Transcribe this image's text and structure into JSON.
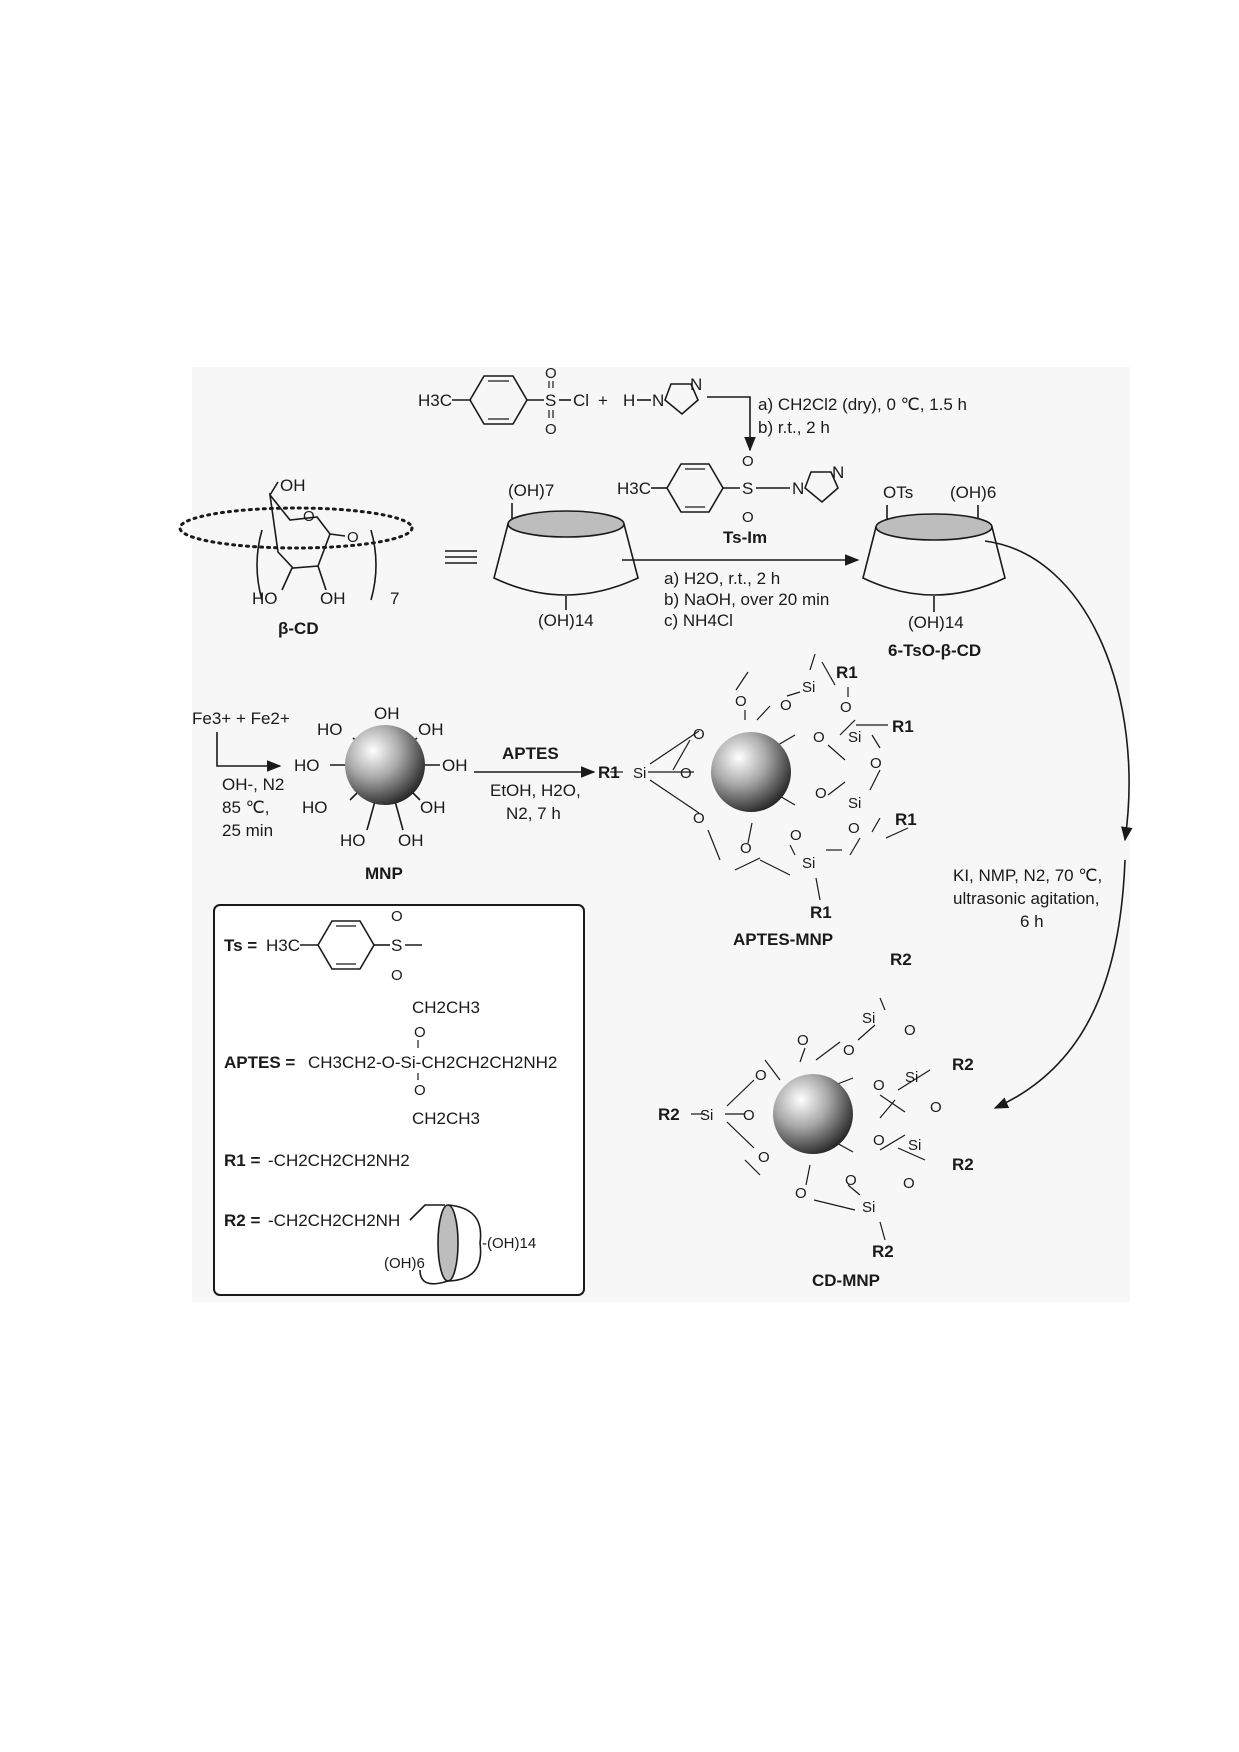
{
  "compounds": {
    "tscl": {
      "h3c": "H3C",
      "s": "S",
      "cl": "Cl",
      "o": "O",
      "plus": "+"
    },
    "imidazole": {
      "h": "H",
      "n": "N"
    },
    "tsim": {
      "h3c": "H3C",
      "s": "S",
      "n": "N",
      "o": "O",
      "label": "Ts-Im"
    },
    "bcd": {
      "oh": "OH",
      "ho": "HO",
      "o": "O",
      "n": "7",
      "label": "β-CD"
    },
    "cone1": {
      "top": "(OH)7",
      "bottom": "(OH)14"
    },
    "tsocd": {
      "ots": "OTs",
      "top": "(OH)6",
      "bottom": "(OH)14",
      "label": "6-TsO-β-CD"
    },
    "mnp": {
      "label": "MNP",
      "oh": "OH",
      "ho": "HO"
    },
    "aptes_mnp": {
      "label": "APTES-MNP",
      "r": "R1",
      "si": "Si",
      "o": "O"
    },
    "cd_mnp": {
      "label": "CD-MNP",
      "r": "R2",
      "si": "Si",
      "o": "O"
    }
  },
  "conditions": {
    "step1": [
      "a) CH2Cl2 (dry), 0 ℃, 1.5 h",
      "b) r.t., 2 h"
    ],
    "step2": [
      "a) H2O, r.t., 2 h",
      "b) NaOH, over 20 min",
      "c) NH4Cl"
    ],
    "fe": {
      "reactants": "Fe3+ + Fe2+",
      "lines": [
        "OH-, N2",
        "85 ℃,",
        "25 min"
      ]
    },
    "aptes": {
      "title": "APTES",
      "lines": [
        "EtOH, H2O,",
        "N2, 7 h"
      ]
    },
    "final": [
      "KI, NMP, N2, 70 ℃,",
      "ultrasonic agitation,",
      "6 h"
    ]
  },
  "legend": {
    "ts": {
      "label": "Ts =",
      "h3c": "H3C",
      "s": "S",
      "o": "O"
    },
    "aptes": {
      "label": "APTES =",
      "left": "CH3CH2-O-Si-CH2CH2CH2NH2",
      "up": "CH2CH3",
      "down": "CH2CH3",
      "o": "O"
    },
    "r1": {
      "label": "R1 =",
      "value": "-CH2CH2CH2NH2"
    },
    "r2": {
      "label": "R2 =",
      "value": "-CH2CH2CH2NH",
      "top": "(OH)6",
      "bottom": "-(OH)14"
    }
  }
}
